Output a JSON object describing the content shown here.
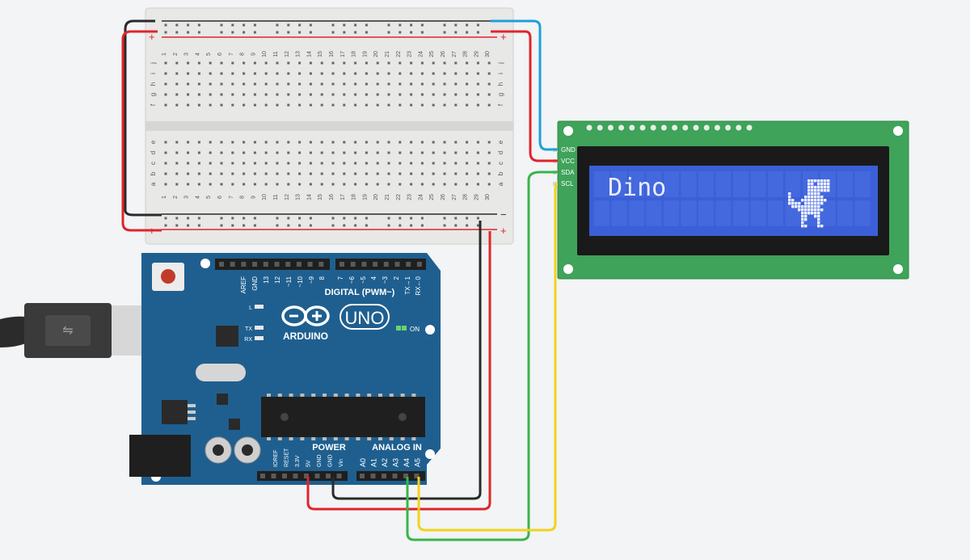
{
  "breadboard": {
    "minus_sign": "−",
    "plus_sign": "+",
    "row_letters_top": [
      "j",
      "i",
      "h",
      "g",
      "f"
    ],
    "row_letters_bottom": [
      "e",
      "d",
      "c",
      "b",
      "a"
    ],
    "columns": [
      "1",
      "2",
      "3",
      "4",
      "5",
      "6",
      "7",
      "8",
      "9",
      "10",
      "11",
      "12",
      "13",
      "14",
      "15",
      "16",
      "17",
      "18",
      "19",
      "20",
      "21",
      "22",
      "23",
      "24",
      "25",
      "26",
      "27",
      "28",
      "29",
      "30"
    ]
  },
  "lcd": {
    "pins": [
      "GND",
      "VCC",
      "SDA",
      "SCL"
    ],
    "display_text": "Dino",
    "screen_color": "#3b5fd6",
    "board_color": "#3fa35a"
  },
  "arduino": {
    "brand": "ARDUINO",
    "model": "UNO",
    "digital_label": "DIGITAL (PWM~)",
    "power_label": "POWER",
    "analog_label": "ANALOG IN",
    "on_label": "ON",
    "led_labels": [
      "L",
      "TX",
      "RX"
    ],
    "digital_pins": [
      "AREF",
      "GND",
      "13",
      "12",
      "~11",
      "~10",
      "~9",
      "8",
      "7",
      "~6",
      "~5",
      "4",
      "~3",
      "2",
      "TX→1",
      "RX←0"
    ],
    "power_pins": [
      "IOREF",
      "RESET",
      "3.3V",
      "5V",
      "GND",
      "GND",
      "Vin"
    ],
    "analog_pins": [
      "A0",
      "A1",
      "A2",
      "A3",
      "A4",
      "A5"
    ],
    "board_color": "#1f5f8f"
  },
  "wires": {
    "red": "#e0242b",
    "black": "#2a2a2a",
    "blue": "#1fa0d8",
    "green": "#3bb44a",
    "yellow": "#f2d21b"
  }
}
